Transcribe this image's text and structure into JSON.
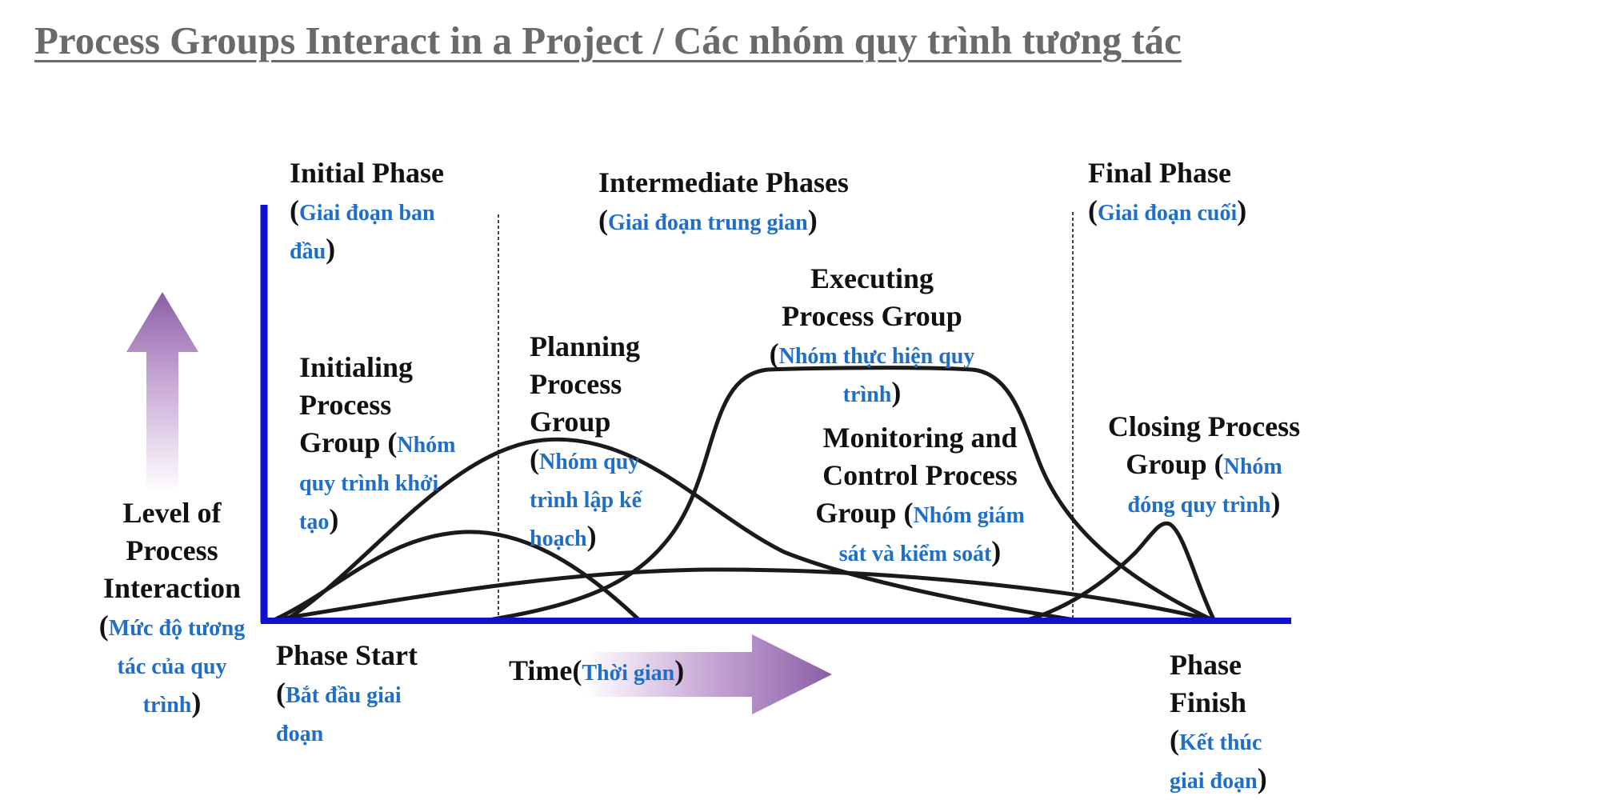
{
  "title": "Process Groups Interact in a Project / Các nhóm quy trình tương tác",
  "phases": {
    "initial": {
      "en": "Initial Phase",
      "vi_1": "Giai đoạn ban",
      "vi_2": "đầu"
    },
    "intermediate": {
      "en": "Intermediate Phases",
      "vi": "Giai đoạn trung gian"
    },
    "final": {
      "en": "Final Phase",
      "vi": "Giai đoạn cuối"
    }
  },
  "groups": {
    "initiating": {
      "en_1": "Initialing",
      "en_2": "Process",
      "en_3": "Group (",
      "vi_1": "Nhóm",
      "vi_2": "quy trình khởi",
      "vi_3": "tạo"
    },
    "planning": {
      "en_1": "Planning",
      "en_2": "Process",
      "en_3": "Group",
      "vi_1": "Nhóm quy",
      "vi_2": "trình lập kế",
      "vi_3": "hoạch"
    },
    "executing": {
      "en_1": "Executing",
      "en_2": "Process Group",
      "vi_1": "Nhóm thực hiện quy",
      "vi_2": "trình"
    },
    "monitoring": {
      "en_1": "Monitoring and",
      "en_2": "Control Process",
      "en_3": "Group (",
      "vi_1": "Nhóm giám",
      "vi_2": "sát và kiểm soát"
    },
    "closing": {
      "en_1": "Closing Process",
      "en_2": "Group (",
      "vi_1": "Nhóm",
      "vi_2": "đóng quy trình"
    }
  },
  "axes": {
    "y": {
      "en_1": "Level of",
      "en_2": "Process",
      "en_3": "Interaction",
      "vi_1": "Mức độ tương",
      "vi_2": "tác của quy",
      "vi_3": "trình"
    },
    "x": {
      "en": "Time",
      "vi": "Thời gian"
    }
  },
  "markers": {
    "start": {
      "en": "Phase Start",
      "vi_1": "Bắt đầu giai",
      "vi_2": "đoạn"
    },
    "finish": {
      "en_1": "Phase",
      "en_2": "Finish",
      "vi_1": "Kết thúc",
      "vi_2": "giai đoạn"
    }
  },
  "colors": {
    "axis": "#1010d0",
    "curve": "#1a1a1a",
    "arrow_purple": "#9b6fb0",
    "vietnamese_text": "#1f6ec8",
    "title": "#6a6a6a"
  }
}
